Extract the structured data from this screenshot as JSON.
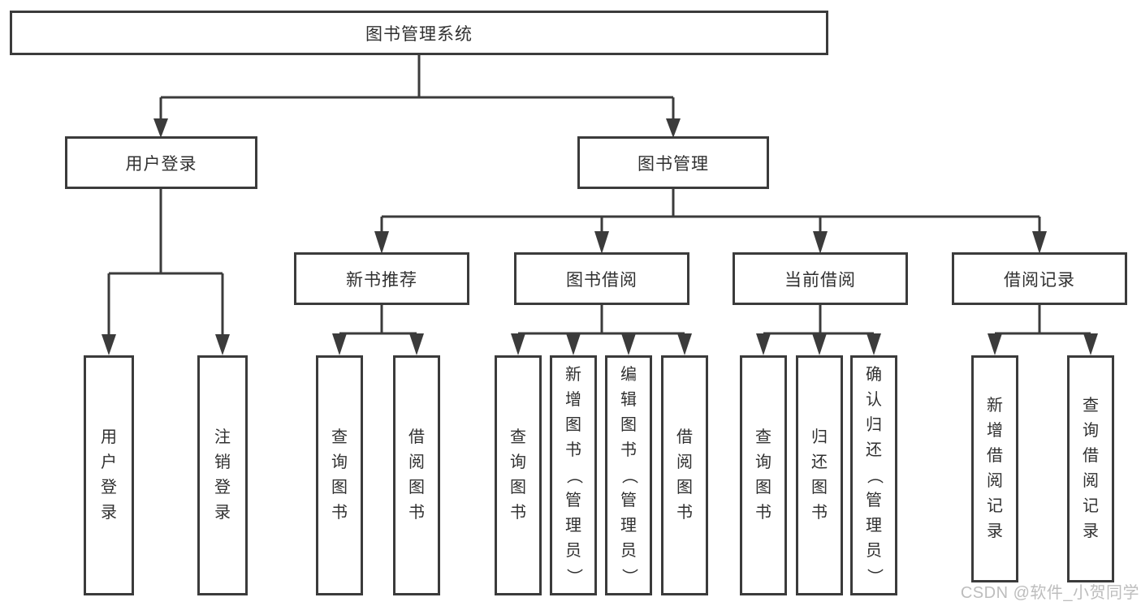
{
  "diagram": {
    "title": "图书管理系统",
    "branches": [
      {
        "label": "用户登录",
        "children": [
          {
            "label": "用户登录"
          },
          {
            "label": "注销登录"
          }
        ]
      },
      {
        "label": "图书管理",
        "children": [
          {
            "label": "新书推荐",
            "children": [
              {
                "label": "查询图书"
              },
              {
                "label": "借阅图书"
              }
            ]
          },
          {
            "label": "图书借阅",
            "children": [
              {
                "label": "查询图书"
              },
              {
                "label": "新增图书（管理员）"
              },
              {
                "label": "编辑图书（管理员）"
              },
              {
                "label": "借阅图书"
              }
            ]
          },
          {
            "label": "当前借阅",
            "children": [
              {
                "label": "查询图书"
              },
              {
                "label": "归还图书"
              },
              {
                "label": "确认归还（管理员）"
              }
            ]
          },
          {
            "label": "借阅记录",
            "children": [
              {
                "label": "新增借阅记录"
              },
              {
                "label": "查询借阅记录"
              }
            ]
          }
        ]
      }
    ],
    "colors": {
      "line": "#3b3b3b",
      "text": "#303030",
      "watermark": "#bdbdbd"
    }
  },
  "watermark": {
    "text": "CSDN @软件_小贺同学"
  }
}
